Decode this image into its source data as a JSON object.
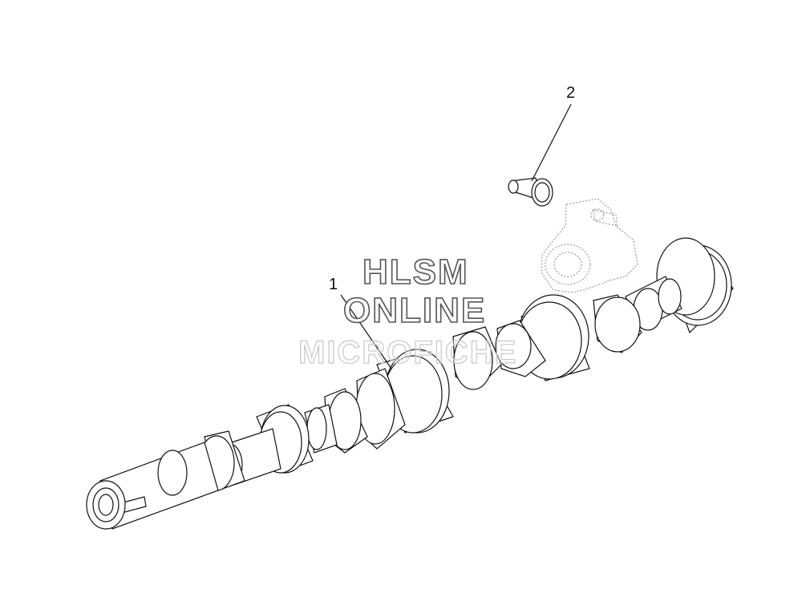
{
  "callouts": {
    "part_1": "1",
    "part_2": "2"
  },
  "watermark": {
    "line1": "HLSM",
    "line2": "ONLINE",
    "line3": "MICROFICHE"
  },
  "colors": {
    "line": "#111111",
    "ghost_part": "#9a9a9a",
    "background": "#ffffff"
  }
}
